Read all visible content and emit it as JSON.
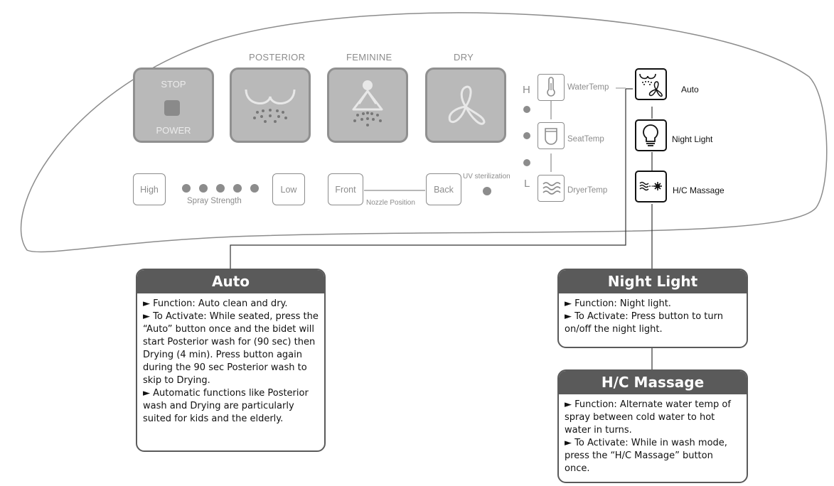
{
  "panel": {
    "stop_label": "STOP",
    "power_label": "POWER",
    "posterior_label": "POSTERIOR",
    "feminine_label": "FEMININE",
    "dry_label": "DRY",
    "high_button": "High",
    "low_button": "Low",
    "spray_strength_label": "Spray Strength",
    "front_button": "Front",
    "back_button": "Back",
    "nozzle_position_label": "Nozzle Position",
    "uv_label": "UV sterilization",
    "level_high": "H",
    "level_low": "L",
    "water_temp_label": "WaterTemp",
    "seat_temp_label": "SeatTemp",
    "dryer_temp_label": "DryerTemp",
    "auto_label": "Auto",
    "night_light_label": "Night Light",
    "hc_massage_label": "H/C Massage"
  },
  "callouts": {
    "auto": {
      "title": "Auto",
      "lines": [
        "► Function: Auto clean and dry.",
        "► To Activate: While seated, press the “Auto” button once and the bidet will start Posterior wash for (90 sec) then Drying (4 min). Press button again during the 90 sec Posterior wash to skip to Drying.",
        "► Automatic functions like Posterior wash and Drying are particularly suited for kids and the elderly."
      ]
    },
    "night_light": {
      "title": "Night Light",
      "lines": [
        "► Function: Night light.",
        "► To Activate: Press button to turn on/off the night light."
      ]
    },
    "hc_massage": {
      "title": "H/C Massage",
      "lines": [
        "► Function: Alternate water temp of spray between cold water to hot water in turns.",
        "► To Activate: While in wash mode, press the “H/C Massage” button once."
      ]
    }
  },
  "colors": {
    "panel_gray": "#8c8c8c",
    "button_fill": "#b9b9b9",
    "callout_header": "#5a5a5a"
  }
}
